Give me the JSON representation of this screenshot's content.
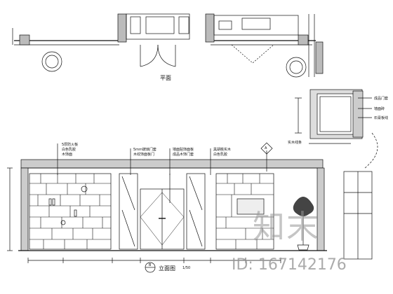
{
  "plan": {
    "title": "平面"
  },
  "elevation": {
    "title": "立面图",
    "scale": "1/50",
    "marker_top": "A",
    "marker_bottom": "B",
    "left_labels": [
      "5厚防火板",
      "白色乳胶",
      "木饰面"
    ],
    "door_labels": [
      "5mm玻璃门套",
      "木纹饰面板门"
    ],
    "mid_labels": [
      "墙面贴饰面板",
      "成品木饰门套"
    ],
    "right_labels": [
      "黑胡桃实木",
      "白色乳胶"
    ]
  },
  "detail": {
    "labels": [
      "成品门套",
      "墙面砖",
      "石膏板线"
    ],
    "bottom_label": "实木线条"
  },
  "watermark": {
    "logo": "知末",
    "id": "ID: 167142176"
  }
}
